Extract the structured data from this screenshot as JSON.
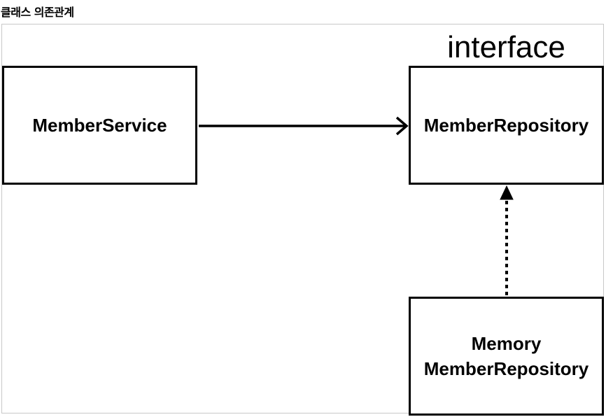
{
  "title": "클래스 의존관계",
  "stereotype": "interface",
  "boxes": {
    "service": {
      "label": "MemberService"
    },
    "repository": {
      "label": "MemberRepository"
    },
    "memory": {
      "label_line1": "Memory",
      "label_line2": "MemberRepository"
    }
  },
  "relations": [
    {
      "from": "MemberService",
      "to": "MemberRepository",
      "style": "solid"
    },
    {
      "from": "Memory MemberRepository",
      "to": "MemberRepository",
      "style": "dotted"
    }
  ]
}
